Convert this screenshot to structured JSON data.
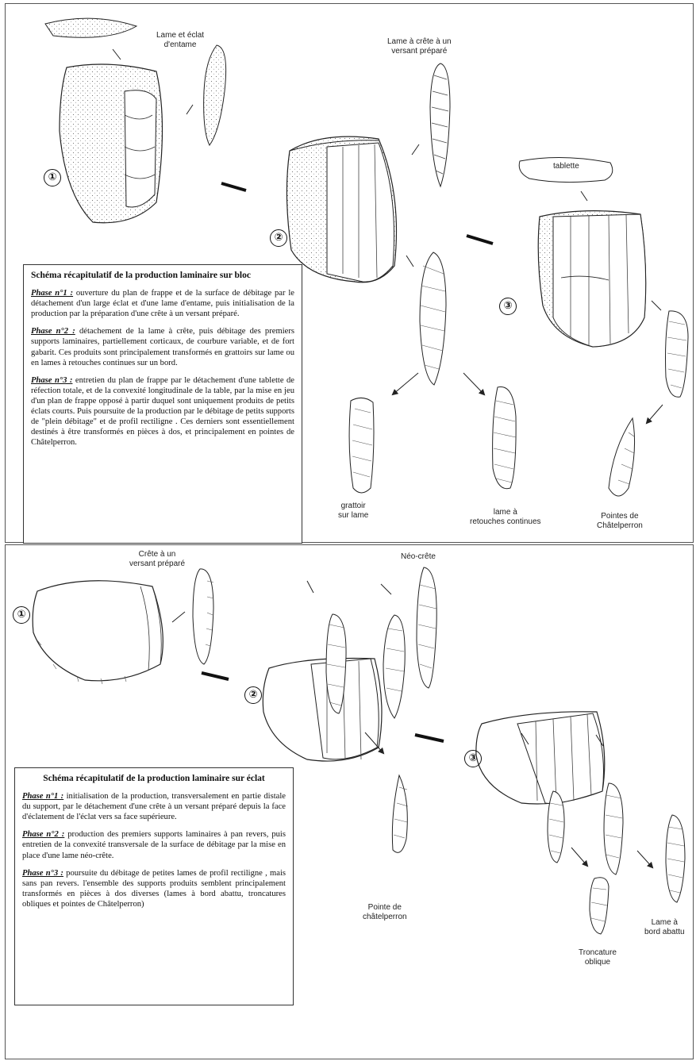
{
  "panel_top": {
    "labels": {
      "lame_eclat_entame": [
        "Lame et éclat",
        "d'entame"
      ],
      "lame_crete": [
        "Lame à crête à un",
        "versant préparé"
      ],
      "tablette": "tablette",
      "grattoir": [
        "grattoir",
        "sur lame"
      ],
      "lame_retouches": [
        "lame à",
        "retouches continues"
      ],
      "pointes_chatelperron": [
        "Pointes de",
        "Châtelperron"
      ]
    },
    "numbers": [
      "①",
      "②",
      "③"
    ],
    "textbox": {
      "title": "Schéma récapitulatif de la production laminaire sur bloc",
      "phases": [
        {
          "label": "Phase n°1 :",
          "text": " ouverture du plan de frappe et de la surface de débitage par le détachement d'un large éclat et d'une lame d'entame, puis initialisation de la production par la préparation d'une crête à un versant préparé."
        },
        {
          "label": "Phase n°2 :",
          "text": " détachement de la lame à crête, puis débitage des premiers supports laminaires, partiellement corticaux, de courbure variable, et de fort gabarit. Ces produits sont principalement transformés en grattoirs sur lame ou en lames à retouches continues sur un bord."
        },
        {
          "label": "Phase n°3 :",
          "text": " entretien du plan de frappe par le détachement d'une tablette de réfection totale, et de la convexité longitudinale de la table, par la mise en jeu d'un plan de frappe opposé à partir duquel sont uniquement produits de petits éclats courts. Puis poursuite de la production par le débitage de petits supports de \"plein débitage\" et de profil rectiligne . Ces derniers sont essentiellement destinés à être transformés en pièces à dos, et principalement en pointes de Châtelperron."
        }
      ]
    }
  },
  "panel_bottom": {
    "labels": {
      "crete_versant": [
        "Crête à un",
        "versant préparé"
      ],
      "neo_crete": "Néo-crête",
      "pointe_chatelperron": [
        "Pointe de",
        "châtelperron"
      ],
      "troncature": [
        "Troncature",
        "oblique"
      ],
      "lame_bord_abattu": [
        "Lame à",
        "bord abattu"
      ]
    },
    "numbers": [
      "①",
      "②",
      "③"
    ],
    "textbox": {
      "title": "Schéma récapitulatif de la production laminaire sur éclat",
      "phases": [
        {
          "label": "Phase n°1 :",
          "text": " initialisation de la production, transversalement en partie distale du support, par le détachement d'une crête à un versant préparé depuis la face d'éclatement de l'éclat vers sa face supérieure."
        },
        {
          "label": "Phase n°2 :",
          "text": " production des premiers supports laminaires à pan revers, puis entretien de la convexité transversale de la surface de débitage par la mise en place d'une lame néo-crête."
        },
        {
          "label": "Phase n°3 :",
          "text": " poursuite du débitage de petites lames de profil rectiligne , mais sans pan revers. l'ensemble des supports produits semblent principalement transformés en pièces à dos diverses (lames à bord abattu, troncatures obliques et pointes de Châtelperron)"
        }
      ]
    }
  }
}
